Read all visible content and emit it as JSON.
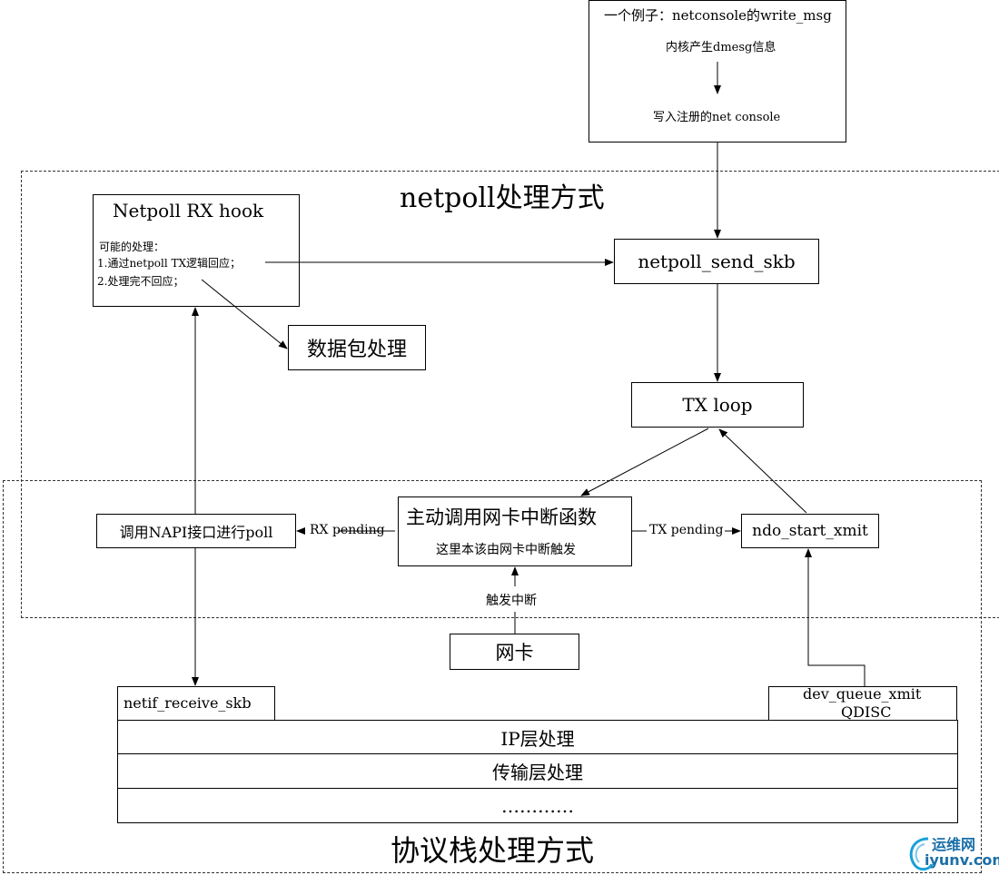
{
  "example": {
    "title": "一个例子：netconsole的write_msg",
    "step1": "内核产生dmesg信息",
    "step2": "写入注册的net console"
  },
  "regions": {
    "netpoll": "netpoll处理方式",
    "protocol_stack": "协议栈处理方式"
  },
  "rx_hook": {
    "title": "Netpoll RX hook",
    "line1": "可能的处理：",
    "line2": "1.通过netpoll TX逻辑回应；",
    "line3": "2.处理完不回应；"
  },
  "nodes": {
    "send_skb": "netpoll_send_skb",
    "packet_processing": "数据包处理",
    "tx_loop": "TX loop",
    "napi_poll": "调用NAPI接口进行poll",
    "irq_title": "主动调用网卡中断函数",
    "irq_sub": "这里本该由网卡中断触发",
    "ndo_start_xmit": "ndo_start_xmit",
    "nic": "网卡",
    "netif_receive_skb": "netif_receive_skb",
    "dev_queue_xmit_1": "dev_queue_xmit",
    "dev_queue_xmit_2": "QDISC",
    "ip_layer": "IP层处理",
    "transport_layer": "传输层处理",
    "more": "…………"
  },
  "edges": {
    "rx_pending": "RX pending",
    "tx_pending": "TX pending",
    "trigger_irq": "触发中断"
  },
  "watermark": {
    "cn": "运维网",
    "en": "iyunv.com"
  }
}
